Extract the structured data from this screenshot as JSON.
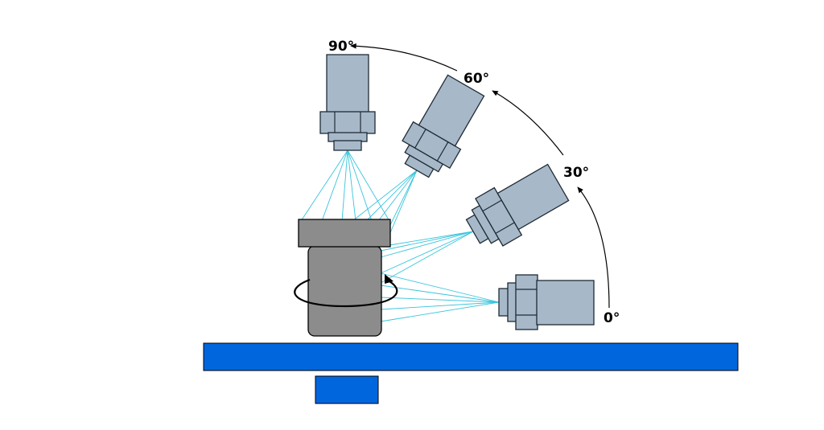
{
  "diagram": {
    "angle_labels": [
      "0°",
      "30°",
      "60°",
      "90°"
    ],
    "cameras": [
      {
        "id": "cam-0",
        "angle_deg": 0
      },
      {
        "id": "cam-30",
        "angle_deg": 30
      },
      {
        "id": "cam-60",
        "angle_deg": 60
      },
      {
        "id": "cam-90",
        "angle_deg": 90
      }
    ]
  },
  "colors": {
    "camera_fill": "#a7b9c9",
    "camera_stroke": "#1f2b36",
    "part_fill": "#8c8c8c",
    "conveyor_fill": "#0066dd",
    "ray_color": "#38c4dc",
    "arc_color": "#000000"
  }
}
